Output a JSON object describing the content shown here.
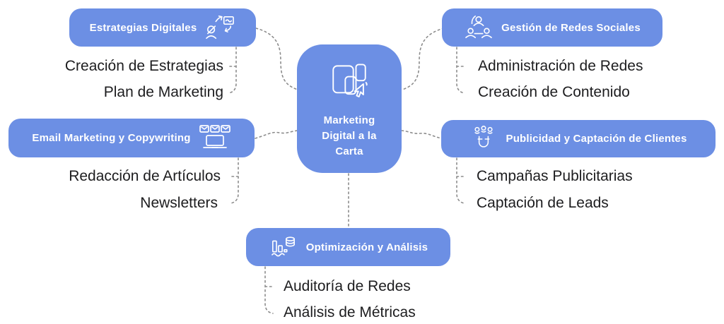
{
  "colors": {
    "node_blue": "#6C8FE4",
    "node_text": "#ffffff",
    "leaf_text": "#1d1d1f",
    "connector": "#8c8c8c",
    "background": "#ffffff"
  },
  "center": {
    "title": "Marketing Digital a la Carta",
    "icon": "devices-cursor-icon"
  },
  "branches": {
    "estrategias": {
      "label": "Estrategias Digitales",
      "icon": "strategy-growth-icon",
      "children": [
        "Creación de Estrategias",
        "Plan de Marketing"
      ]
    },
    "gestion": {
      "label": "Gestión de Redes Sociales",
      "icon": "people-network-icon",
      "children": [
        "Administración de Redes",
        "Creación de Contenido"
      ]
    },
    "email": {
      "label": "Email Marketing y Copywriting",
      "icon": "laptop-emails-icon",
      "children": [
        "Redacción de Artículos",
        "Newsletters"
      ]
    },
    "publicidad": {
      "label": "Publicidad y Captación de Clientes",
      "icon": "magnet-leads-icon",
      "children": [
        "Campañas Publicitarias",
        "Captación de Leads"
      ]
    },
    "optimizacion": {
      "label": "Optimización y Análisis",
      "icon": "analytics-database-icon",
      "children": [
        "Auditoría de Redes",
        "Análisis de Métricas"
      ]
    }
  }
}
